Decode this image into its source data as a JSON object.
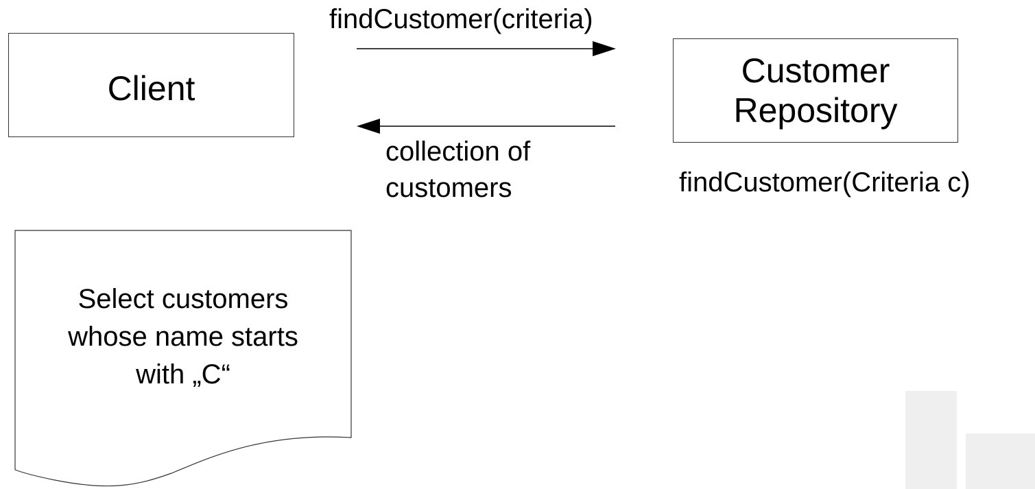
{
  "diagram": {
    "client_label": "Client",
    "repository_label_line1": "Customer",
    "repository_label_line2": "Repository",
    "request_message": "findCustomer(criteria)",
    "response_message_line1": "collection of",
    "response_message_line2": "customers",
    "repository_method": "findCustomer(Criteria c)",
    "note_line1": "Select customers",
    "note_line2": "whose name starts",
    "note_line3": "with „C“"
  },
  "colors": {
    "line": "#000000",
    "border": "#333333",
    "watermark": "#eeeeee"
  }
}
